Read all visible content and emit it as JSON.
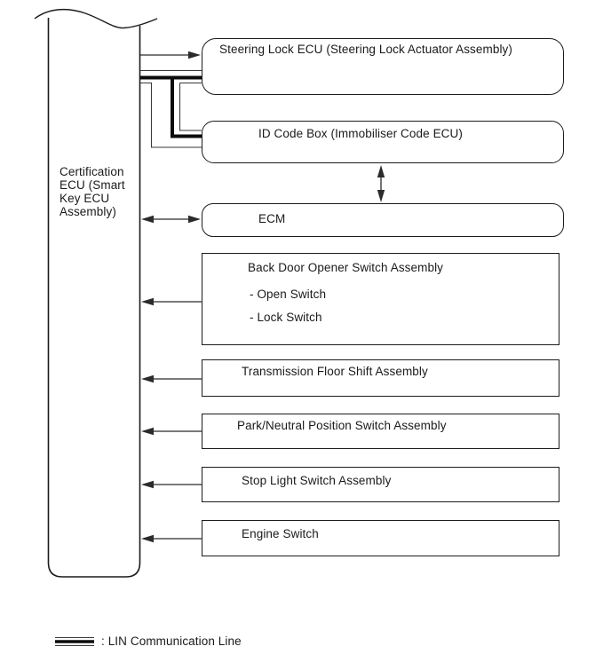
{
  "diagram": {
    "certification_ecu": {
      "label": "Certification ECU (Smart Key ECU Assembly)",
      "label_lines": [
        "Certification",
        "ECU (Smart",
        "Key ECU",
        "Assembly)"
      ]
    },
    "nodes": [
      {
        "label": "Steering Lock ECU (Steering Lock Actuator Assembly)",
        "shape": "rounded",
        "link": "arrow-to-node-and-lin-line"
      },
      {
        "label": "ID Code Box (Immobiliser Code ECU)",
        "shape": "rounded",
        "link": "lin-line"
      },
      {
        "label": "ECM",
        "shape": "rounded",
        "link": "double-headed-arrow"
      },
      {
        "label": "Back Door Opener Switch Assembly",
        "sub_items": [
          "- Open Switch",
          "- Lock Switch"
        ],
        "shape": "rect",
        "link": "arrow-to-ecu"
      },
      {
        "label": "Transmission Floor Shift Assembly",
        "shape": "rect",
        "link": "arrow-to-ecu"
      },
      {
        "label": "Park/Neutral Position Switch Assembly",
        "shape": "rect",
        "link": "arrow-to-ecu"
      },
      {
        "label": "Stop Light Switch Assembly",
        "shape": "rect",
        "link": "arrow-to-ecu"
      },
      {
        "label": "Engine Switch",
        "shape": "rect",
        "link": "arrow-to-ecu"
      }
    ],
    "extra_links": [
      {
        "from": "ID Code Box (Immobiliser Code ECU)",
        "to": "ECM",
        "type": "double-headed-arrow"
      }
    ],
    "legend": {
      "symbol": "lin-communication-line-symbol",
      "label": ": LIN Communication Line"
    },
    "colors": {
      "line": "#1c1c1c",
      "thick_line": "#0b0b0b",
      "thin_outline": "#3a3a3a",
      "arrow": "#2b2b2b",
      "background": "#ffffff"
    }
  }
}
